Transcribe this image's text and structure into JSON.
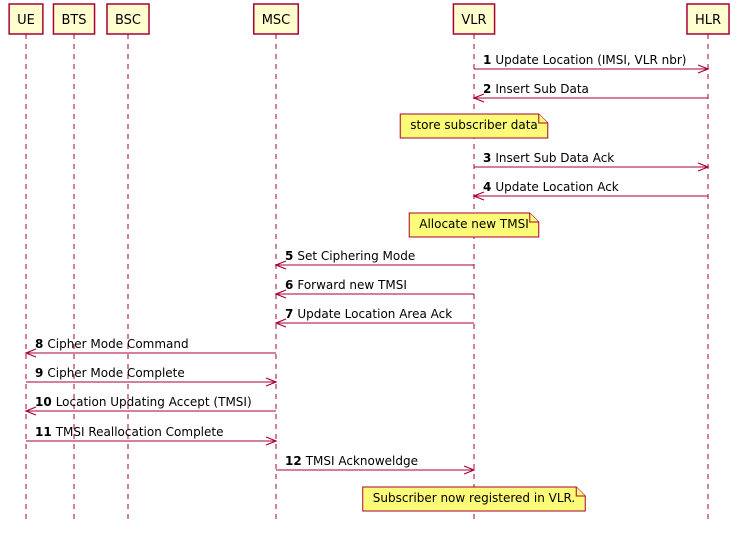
{
  "participants": [
    {
      "id": "UE",
      "label": "UE"
    },
    {
      "id": "BTS",
      "label": "BTS"
    },
    {
      "id": "BSC",
      "label": "BSC"
    },
    {
      "id": "MSC",
      "label": "MSC"
    },
    {
      "id": "VLR",
      "label": "VLR"
    },
    {
      "id": "HLR",
      "label": "HLR"
    }
  ],
  "events": [
    {
      "kind": "message",
      "from": "VLR",
      "to": "HLR",
      "number": "1",
      "text": "Update Location (IMSI, VLR nbr)"
    },
    {
      "kind": "message",
      "from": "HLR",
      "to": "VLR",
      "number": "2",
      "text": "Insert Sub Data"
    },
    {
      "kind": "note",
      "over": "VLR",
      "text": "store subscriber data"
    },
    {
      "kind": "message",
      "from": "VLR",
      "to": "HLR",
      "number": "3",
      "text": "Insert Sub Data Ack"
    },
    {
      "kind": "message",
      "from": "HLR",
      "to": "VLR",
      "number": "4",
      "text": "Update Location Ack"
    },
    {
      "kind": "note",
      "over": "VLR",
      "text": "Allocate new TMSI"
    },
    {
      "kind": "message",
      "from": "VLR",
      "to": "MSC",
      "number": "5",
      "text": "Set Ciphering Mode"
    },
    {
      "kind": "message",
      "from": "VLR",
      "to": "MSC",
      "number": "6",
      "text": "Forward new TMSI"
    },
    {
      "kind": "message",
      "from": "VLR",
      "to": "MSC",
      "number": "7",
      "text": "Update Location Area Ack"
    },
    {
      "kind": "message",
      "from": "MSC",
      "to": "UE",
      "number": "8",
      "text": "Cipher Mode Command"
    },
    {
      "kind": "message",
      "from": "UE",
      "to": "MSC",
      "number": "9",
      "text": "Cipher Mode Complete"
    },
    {
      "kind": "message",
      "from": "MSC",
      "to": "UE",
      "number": "10",
      "text": "Location Updating Accept (TMSI)"
    },
    {
      "kind": "message",
      "from": "UE",
      "to": "MSC",
      "number": "11",
      "text": "TMSI Reallocation Complete"
    },
    {
      "kind": "message",
      "from": "MSC",
      "to": "VLR",
      "number": "12",
      "text": "TMSI Acknoweldge"
    },
    {
      "kind": "note",
      "over": "VLR",
      "text": "Subscriber now registered in VLR."
    }
  ],
  "colors": {
    "line": "#a80036",
    "participant_fill": "#fefece",
    "note_fill": "#fbfb77"
  }
}
